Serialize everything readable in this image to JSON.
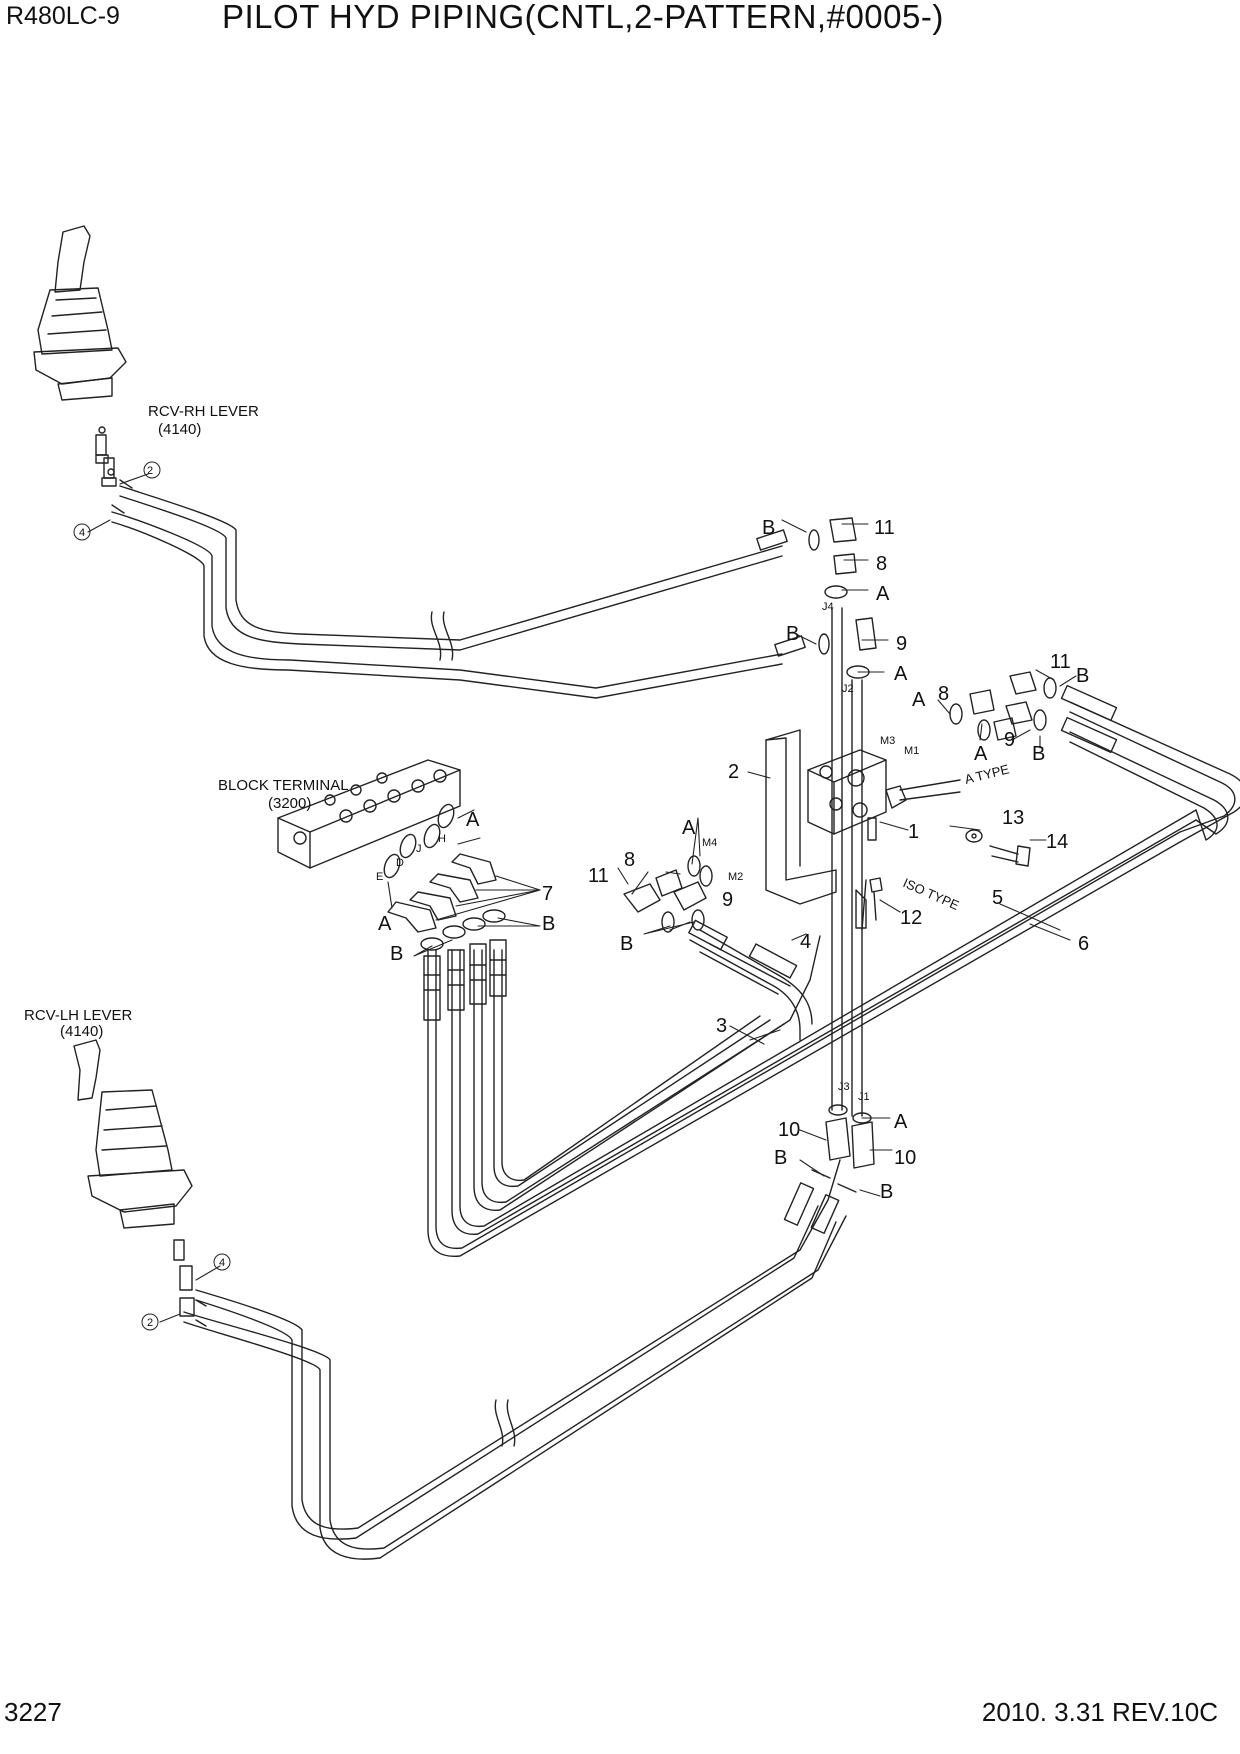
{
  "header": {
    "model": "R480LC-9",
    "title": "PILOT HYD PIPING(CNTL,2-PATTERN,#0005-)"
  },
  "footer": {
    "page": "3227",
    "revision": "2010. 3.31  REV.10C"
  },
  "components": {
    "rh_lever": {
      "name": "RCV-RH LEVER",
      "code": "(4140)"
    },
    "lh_lever": {
      "name": "RCV-LH LEVER",
      "code": "(4140)"
    },
    "block_terminal": {
      "name": "BLOCK TERMINAL",
      "code": "(3200)"
    },
    "a_type": "A TYPE",
    "iso_type": "ISO TYPE"
  },
  "callouts": {
    "n1": "1",
    "n2": "2",
    "n3": "3",
    "n4": "4",
    "n5": "5",
    "n6": "6",
    "n7": "7",
    "n8": "8",
    "n9": "9",
    "n10": "10",
    "n11": "11",
    "n12": "12",
    "n13": "13",
    "n14": "14",
    "a": "A",
    "b": "B"
  },
  "ports": {
    "j1": "J1",
    "j2": "J2",
    "j3": "J3",
    "j4": "J4",
    "m1": "M1",
    "m2": "M2",
    "m3": "M3",
    "m4": "M4",
    "d": "D",
    "e": "E",
    "h": "H",
    "j": "J"
  }
}
